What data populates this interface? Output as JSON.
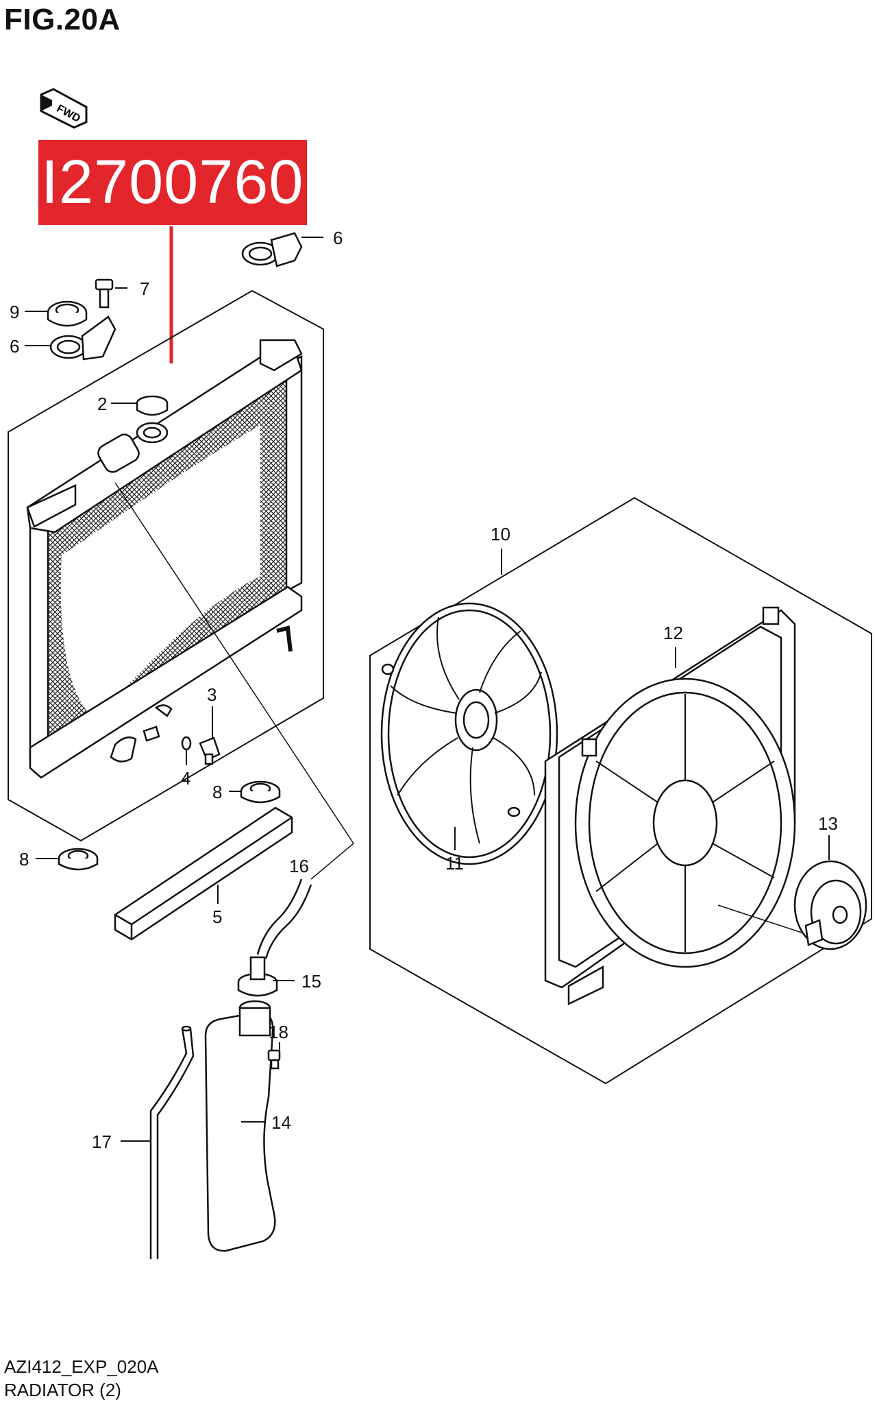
{
  "figure": {
    "title": "FIG.20A",
    "part_code": "I2700760",
    "fwd_label": "FWD",
    "footer_code": "AZI412_EXP_020A",
    "footer_name": "RADIATOR (2)"
  },
  "callouts": {
    "c2": "2",
    "c3": "3",
    "c4": "4",
    "c5": "5",
    "c6a": "6",
    "c6b": "6",
    "c7": "7",
    "c8a": "8",
    "c8b": "8",
    "c9": "9",
    "c10": "10",
    "c11": "11",
    "c12": "12",
    "c13": "13",
    "c14": "14",
    "c15": "15",
    "c16": "16",
    "c17": "17",
    "c18": "18"
  },
  "colors": {
    "highlight": "#e3262b",
    "line": "#111111",
    "background": "#ffffff"
  }
}
